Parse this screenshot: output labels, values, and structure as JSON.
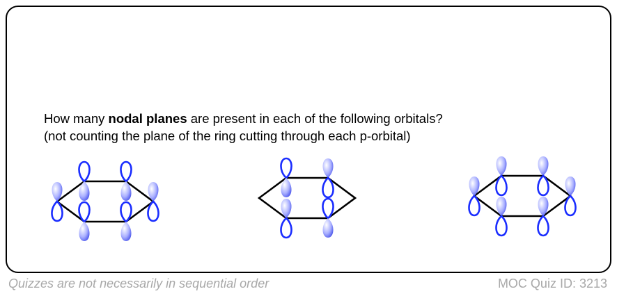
{
  "question": {
    "line1_pre": "How many ",
    "line1_bold": "nodal planes",
    "line1_post": " are present in each of the following orbitals?",
    "line2": "(not counting the plane of the ring cutting through each p-orbital)"
  },
  "orbitals": [
    {
      "name": "orbital-a",
      "phases": {
        "left": "up",
        "top_left": "down",
        "top_right": "down",
        "right": "up",
        "bottom_right": "down",
        "bottom_left": "down"
      }
    },
    {
      "name": "orbital-b",
      "phases": {
        "top_left": "down",
        "top_right": "up",
        "bottom_right": "down",
        "bottom_left": "up"
      }
    },
    {
      "name": "orbital-c",
      "phases": {
        "left": "up",
        "top_left": "up",
        "top_right": "up",
        "right": "up",
        "bottom_right": "up",
        "bottom_left": "up"
      }
    }
  ],
  "colors": {
    "lobe": "#1a2dff",
    "lobe_fill_dark": "#3a46e8",
    "bond": "#000000"
  },
  "footer": {
    "disclaimer": "Quizzes are not necessarily in sequential order",
    "quiz_id": "MOC Quiz ID: 3213"
  }
}
